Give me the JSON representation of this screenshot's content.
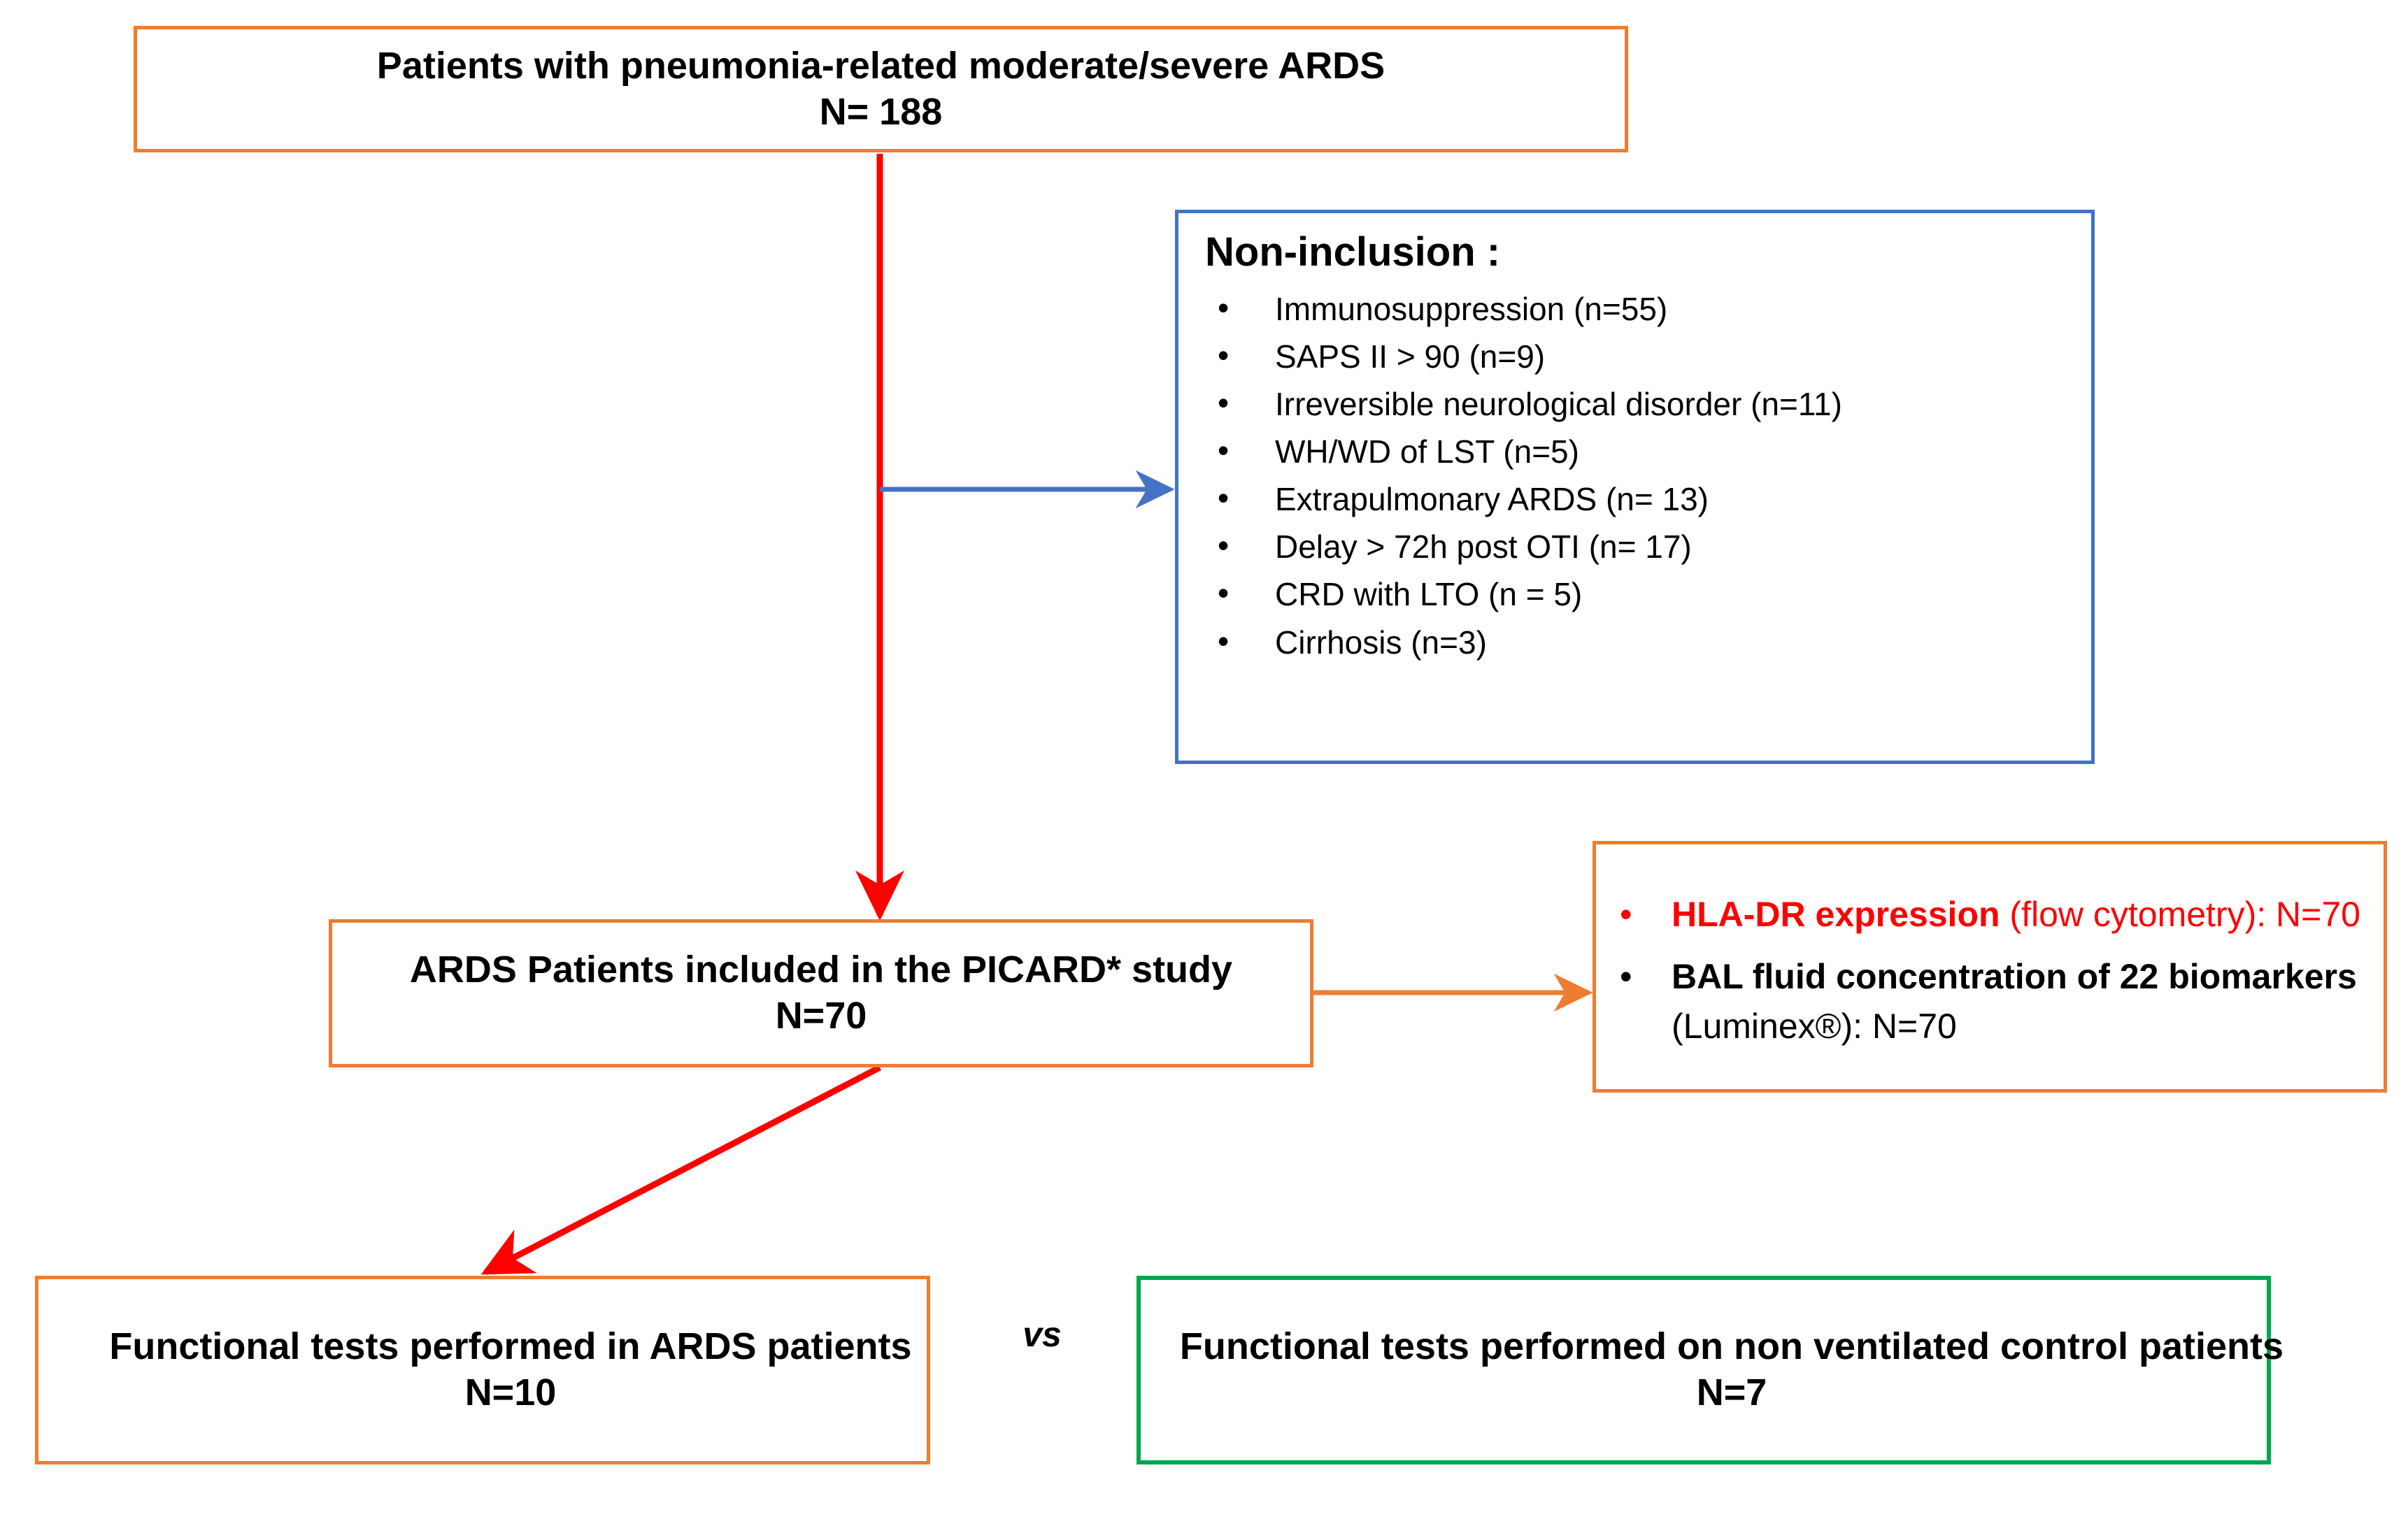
{
  "flowchart": {
    "top_box": {
      "title": "Patients with pneumonia-related moderate/severe ARDS",
      "count": "N= 188",
      "border_color": "#ED7D31"
    },
    "non_inclusion_box": {
      "heading": "Non-inclusion :",
      "border_color": "#4472C4",
      "items": [
        "Immunosuppression (n=55)",
        "SAPS II > 90 (n=9)",
        "Irreversible neurological disorder (n=11)",
        "WH/WD of LST (n=5)",
        "Extrapulmonary ARDS (n= 13)",
        "Delay > 72h post OTI (n= 17)",
        "CRD with LTO (n = 5)",
        "Cirrhosis (n=3)"
      ]
    },
    "included_box": {
      "title": "ARDS Patients included in the PICARD* study",
      "count": "N=70",
      "border_color": "#ED7D31"
    },
    "assays_box": {
      "border_color": "#ED7D31",
      "items": [
        {
          "lead": "HLA-DR expression",
          "rest": " (flow cytometry): N=70",
          "color": "#FF0000"
        },
        {
          "lead": "BAL fluid concentration of 22 biomarkers",
          "rest": " (Luminex®): N=70",
          "color": "#000000"
        }
      ]
    },
    "ards_tests_box": {
      "title": "Functional tests performed in ARDS patients",
      "count": "N=10",
      "border_color": "#ED7D31"
    },
    "control_tests_box": {
      "title": "Functional tests performed on non ventilated control patients",
      "count": "N=7",
      "border_color": "#00A651"
    },
    "comparison_label": "vs",
    "connector_colors": {
      "exclusion_arrow": "#4472C4",
      "main_flow_arrow": "#FF0000",
      "assay_arrow": "#ED7D31"
    }
  }
}
